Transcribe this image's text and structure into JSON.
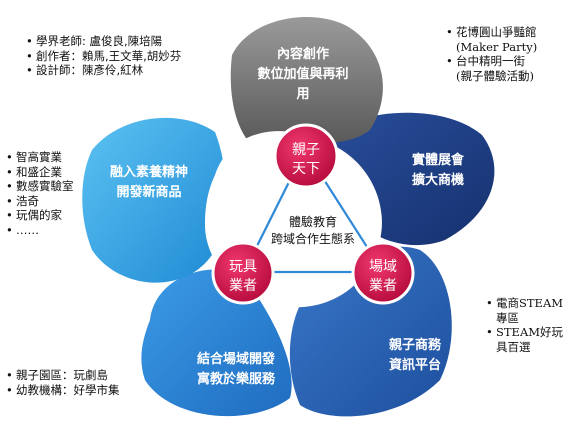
{
  "petals": {
    "top": [
      "內容創作",
      "數位加值與再利",
      "用"
    ],
    "right": [
      "實體展會",
      "擴大商機"
    ],
    "bottom_right": [
      "親子商務",
      "資訊平台"
    ],
    "bottom_left": [
      "結合場域開發",
      "寓教於樂服務"
    ],
    "left": [
      "融入素養精神",
      "開發新商品"
    ]
  },
  "nodes": {
    "top": [
      "親子",
      "天下"
    ],
    "left": [
      "玩具",
      "業者"
    ],
    "right": [
      "場域",
      "業者"
    ]
  },
  "center": [
    "體驗教育",
    "跨域合作生態系"
  ],
  "notes": {
    "top_left": [
      "學界老師: 盧俊良,陳培陽",
      "創作者：賴馬,王文華,胡妙芬",
      "設計師：陳彥伶,紅林"
    ],
    "top_right": [
      "花博圓山爭豔館",
      "(Maker Party)",
      "台中精明一街",
      "(親子體驗活動)"
    ],
    "left": [
      "智高實業",
      "和盛企業",
      "數感實驗室",
      "浩奇",
      "玩偶的家",
      "……"
    ],
    "bottom_right": [
      "電商STEAM",
      "專區",
      "STEAM好玩",
      "具百選"
    ],
    "bottom_left": [
      "親子園區：玩劇島",
      "幼教機構：好學市集"
    ]
  },
  "colors": {
    "top_petal": "#6e6e6e",
    "right_petal": "#1e3f86",
    "bottom_right_petal": "#2b65b8",
    "bottom_left_petal": "#2f86d9",
    "left_petal": "#38a7e6",
    "node": "#d90f4a",
    "triangle": "#2f88d8"
  }
}
